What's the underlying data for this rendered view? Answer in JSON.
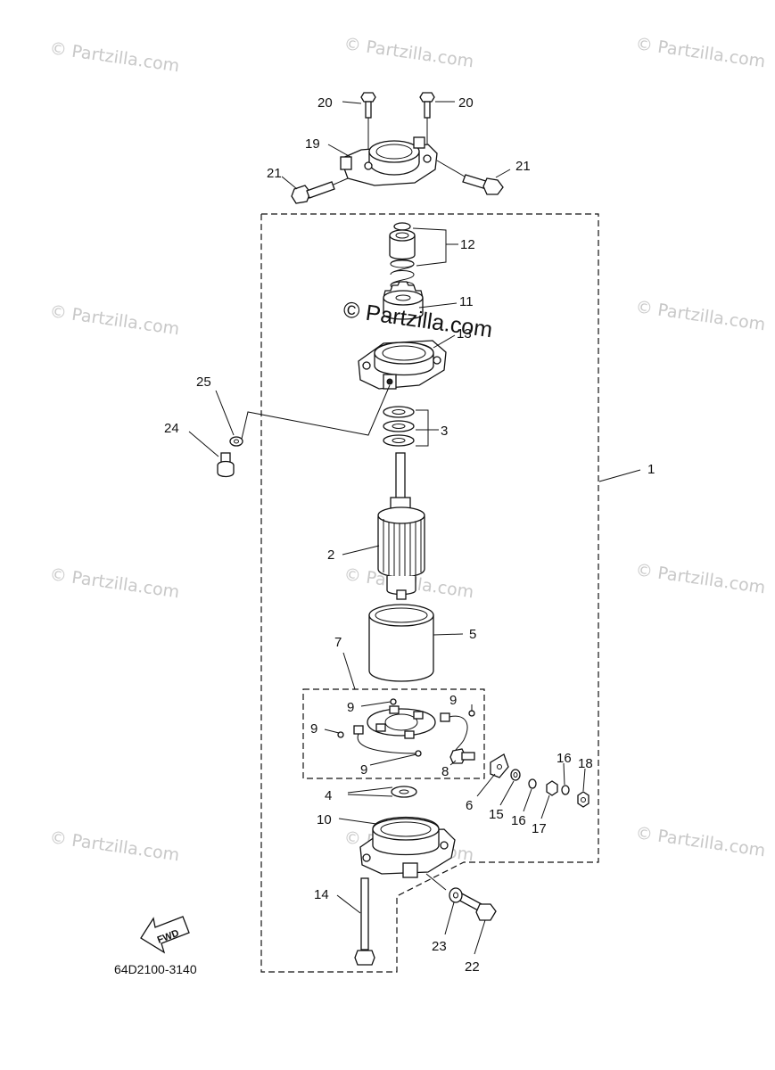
{
  "diagram": {
    "part_code": "64D2100-3140",
    "fwd_label": "FWD",
    "watermark_small": "© Partzilla.com",
    "watermark_center": "© Partzilla.com",
    "callouts": {
      "c1": "1",
      "c2": "2",
      "c3": "3",
      "c4": "4",
      "c5": "5",
      "c6": "6",
      "c7": "7",
      "c8": "8",
      "c9": "9",
      "c10": "10",
      "c11": "11",
      "c12": "12",
      "c13": "13",
      "c14": "14",
      "c15": "15",
      "c16": "16",
      "c17": "17",
      "c18": "18",
      "c19": "19",
      "c20": "20",
      "c21": "21",
      "c22": "22",
      "c23": "23",
      "c24": "24",
      "c25": "25"
    }
  }
}
